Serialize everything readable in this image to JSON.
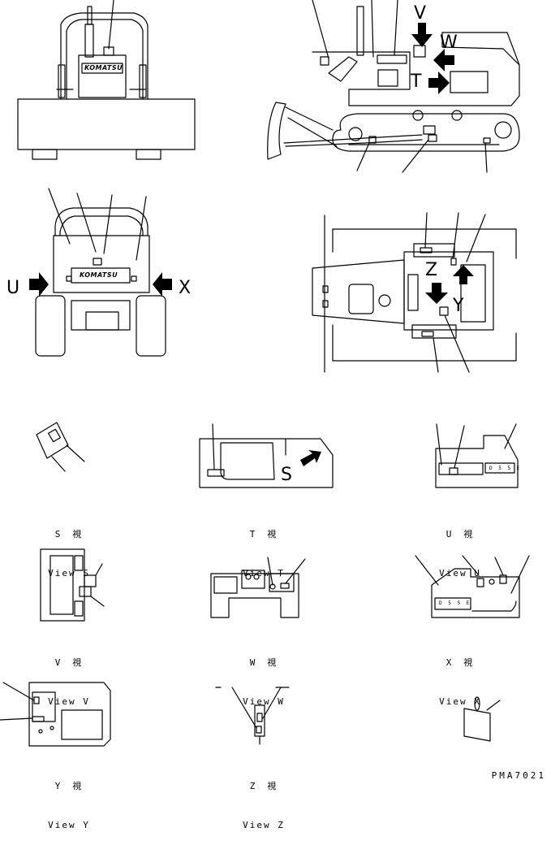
{
  "brand": "KOMATSU",
  "model_plate": "D 5 5 E",
  "direction_labels": {
    "S": "S",
    "T": "T",
    "U": "U",
    "V": "V",
    "W": "W",
    "X": "X",
    "Y": "Y",
    "Z": "Z"
  },
  "views": {
    "S": {
      "jp": "S　視",
      "en": "View S"
    },
    "T": {
      "jp": "T　視",
      "en": "View T"
    },
    "U": {
      "jp": "U　視",
      "en": "View U"
    },
    "V": {
      "jp": "V　視",
      "en": "View V"
    },
    "W": {
      "jp": "W　視",
      "en": "View W"
    },
    "X": {
      "jp": "X　視",
      "en": "View X"
    },
    "Y": {
      "jp": "Y　視",
      "en": "View Y"
    },
    "Z": {
      "jp": "Z　視",
      "en": "View Z"
    }
  },
  "drawing_code": "PMA7021"
}
